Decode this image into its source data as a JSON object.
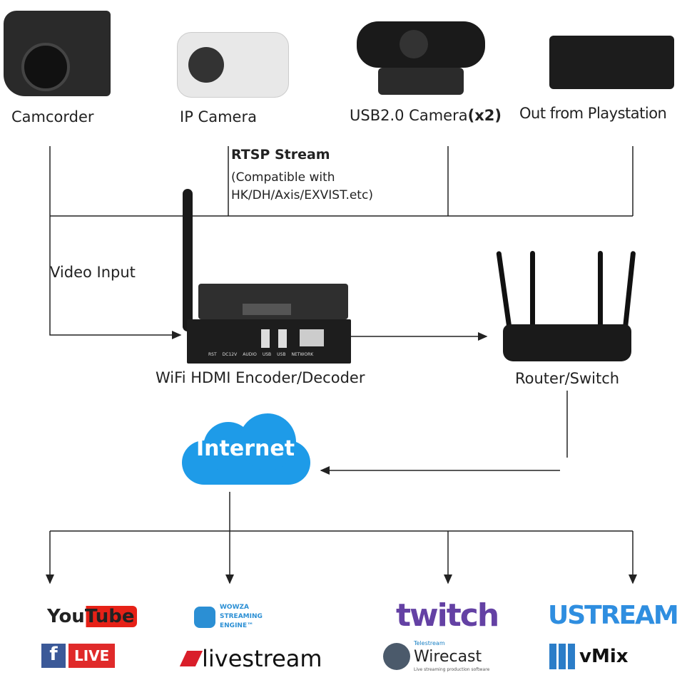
{
  "sources": {
    "camcorder": "Camcorder",
    "ip_camera": "IP Camera",
    "usb_camera": "USB2.0 Camera",
    "usb_camera_qty": "(x2)",
    "playstation": "Out from Playstation"
  },
  "rtsp": {
    "title": "RTSP Stream",
    "note_line1": "(Compatible with",
    "note_line2": "HK/DH/Axis/EXVIST.etc)"
  },
  "video_input": "Video Input",
  "encoder": {
    "label": "WiFi HDMI Encoder/Decoder",
    "ports": [
      "RST",
      "DC12V",
      "AUDIO",
      "USB",
      "USB",
      "NETWORK"
    ]
  },
  "router": {
    "label": "Router/Switch"
  },
  "internet": {
    "label": "Internet",
    "color": "#1e9be8"
  },
  "platforms": {
    "youtube": "YouTube",
    "facebook_live": "LIVE",
    "wowza": "WOWZA STREAMING ENGINE™",
    "livestream": "livestream",
    "twitch": "twitch",
    "telestream": "Telestream",
    "wirecast": "Wirecast",
    "wirecast_tagline": "Live streaming production software",
    "ustream": "USTREAM",
    "vmix": "vMix"
  }
}
